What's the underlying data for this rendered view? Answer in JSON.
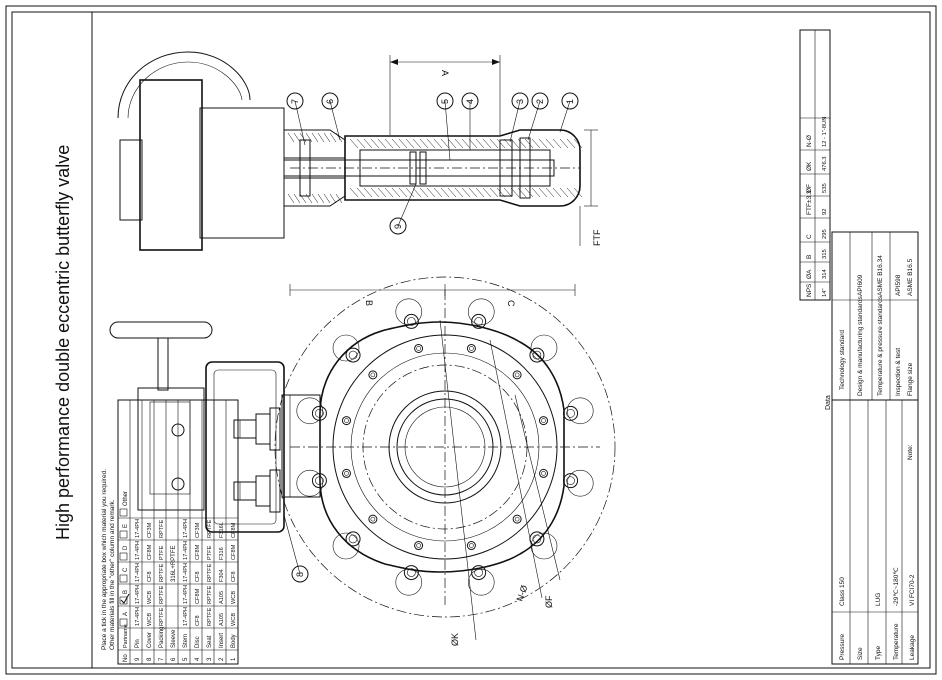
{
  "title": "High performance double eccentric butterfly valve",
  "note": {
    "line1": "Place a tick in the appropriate box which material you required.",
    "line2": "Other materials fill in the \"other\" column and remark."
  },
  "materials": {
    "header": {
      "no": "No",
      "partname": "Partname"
    },
    "options": [
      "A",
      "B",
      "C",
      "D",
      "E",
      "Other"
    ],
    "checked_option": "B",
    "rows": [
      {
        "no": "9",
        "part": "Pin",
        "values": [
          "17-4PH",
          "17-4PH",
          "17-4PH",
          "17-4PH",
          "17-4PH",
          ""
        ]
      },
      {
        "no": "8",
        "part": "Cover",
        "values": [
          "WCB",
          "WCB",
          "CF8",
          "CF8M",
          "CF3M",
          ""
        ]
      },
      {
        "no": "7",
        "part": "Packing",
        "values": [
          "RPTFE",
          "RPTFE",
          "RPTFE",
          "PTFE",
          "RPTFE",
          ""
        ]
      },
      {
        "no": "6",
        "part": "Sleeve",
        "merged": "316L+RPTFE"
      },
      {
        "no": "5",
        "part": "Stem",
        "values": [
          "17-4PH",
          "17-4PH",
          "17-4PH",
          "17-4PH",
          "17-4PH",
          ""
        ]
      },
      {
        "no": "4",
        "part": "Disc",
        "values": [
          "CF8",
          "CF8M",
          "CF8",
          "CF8M",
          "CF3M",
          ""
        ]
      },
      {
        "no": "3",
        "part": "Seat",
        "values": [
          "RPTFE",
          "RPTFE",
          "RPTFE",
          "PTFE",
          "RPTFE",
          ""
        ]
      },
      {
        "no": "2",
        "part": "Insert",
        "values": [
          "A105",
          "A105",
          "F304",
          "F316",
          "F316L",
          ""
        ]
      },
      {
        "no": "1",
        "part": "Body",
        "values": [
          "WCB",
          "WCB",
          "CF8",
          "CF8M",
          "CF8M",
          ""
        ]
      }
    ]
  },
  "data_block": {
    "heading": "Data",
    "rows": [
      {
        "label": "Pressure",
        "value": "Class 150"
      },
      {
        "label": "Size",
        "value": ""
      },
      {
        "label": "Type",
        "value": "LUG"
      },
      {
        "label": "Temperature",
        "value": "-29℃~180℃"
      },
      {
        "label": "Leakage",
        "value": "VI FCI70-2"
      }
    ]
  },
  "tech_block": {
    "heading": "Technology standard",
    "rows": [
      {
        "label": "Design & manufacturing standards",
        "value": "API609"
      },
      {
        "label": "Temperature & pressure standards",
        "value": "ASME B16.34"
      },
      {
        "label": "Inspection & test",
        "value": "API598"
      },
      {
        "label": "Flange size",
        "value": "ASME B16.5"
      }
    ],
    "note_label": "Note:"
  },
  "dims": {
    "headers": [
      "NPS",
      "ØA",
      "B",
      "C",
      "FTF±3.3",
      "ØF",
      "ØK",
      "N-Ø"
    ],
    "values": [
      "14\"",
      "314",
      "315",
      "295",
      "92",
      "535",
      "476.3",
      "12 - 1\"-8UN"
    ]
  },
  "callouts": [
    "1",
    "2",
    "3",
    "4",
    "5",
    "6",
    "7",
    "8",
    "9"
  ],
  "drawing_labels": {
    "A": "A",
    "B": "B",
    "C": "C",
    "FTF": "FTF",
    "phiK": "ØK",
    "phiF": "ØF",
    "NPhi": "N-Ø"
  }
}
